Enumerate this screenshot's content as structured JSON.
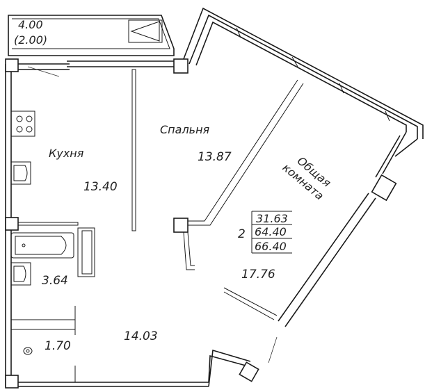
{
  "balcony": {
    "area": "4.00",
    "reduced_area": "(2.00)"
  },
  "rooms": {
    "kitchen": {
      "name": "Кухня",
      "area": "13.40"
    },
    "bedroom": {
      "name": "Спальня",
      "area": "13.87"
    },
    "living": {
      "name_line1": "Общая",
      "name_line2": "комната",
      "area": "17.76"
    },
    "bathroom": {
      "area": "3.64"
    },
    "wc": {
      "area": "1.70"
    },
    "hall": {
      "area": "14.03"
    }
  },
  "summary": {
    "room_count": "2",
    "living_area": "31.63",
    "total_area": "64.40",
    "total_with_balcony": "66.40"
  }
}
